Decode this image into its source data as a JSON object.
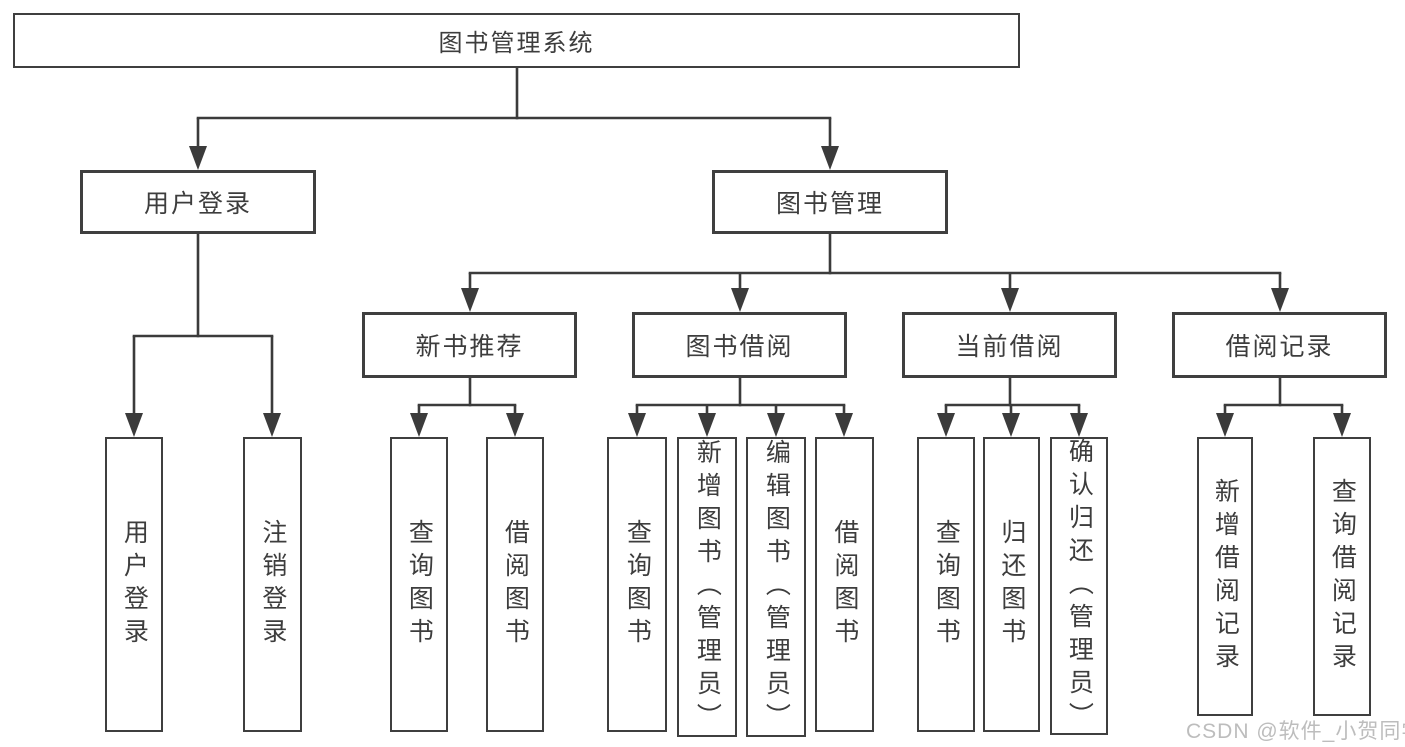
{
  "colors": {
    "line": "#3b3b3b",
    "box_border": "#3f3f3f",
    "text": "#3d3d3d",
    "watermark": "#bdbdbd",
    "background": "#ffffff"
  },
  "watermark": "CSDN @软件_小贺同学",
  "tree": {
    "label": "图书管理系统",
    "children": [
      {
        "label": "用户登录",
        "children": [
          {
            "label": "用户登录"
          },
          {
            "label": "注销登录"
          }
        ]
      },
      {
        "label": "图书管理",
        "children": [
          {
            "label": "新书推荐",
            "children": [
              {
                "label": "查询图书"
              },
              {
                "label": "借阅图书"
              }
            ]
          },
          {
            "label": "图书借阅",
            "children": [
              {
                "label": "查询图书"
              },
              {
                "label": "新增图书（管理员）"
              },
              {
                "label": "编辑图书（管理员）"
              },
              {
                "label": "借阅图书"
              }
            ]
          },
          {
            "label": "当前借阅",
            "children": [
              {
                "label": "查询图书"
              },
              {
                "label": "归还图书"
              },
              {
                "label": "确认归还（管理员）"
              }
            ]
          },
          {
            "label": "借阅记录",
            "children": [
              {
                "label": "新增借阅记录"
              },
              {
                "label": "查询借阅记录"
              }
            ]
          }
        ]
      }
    ]
  }
}
